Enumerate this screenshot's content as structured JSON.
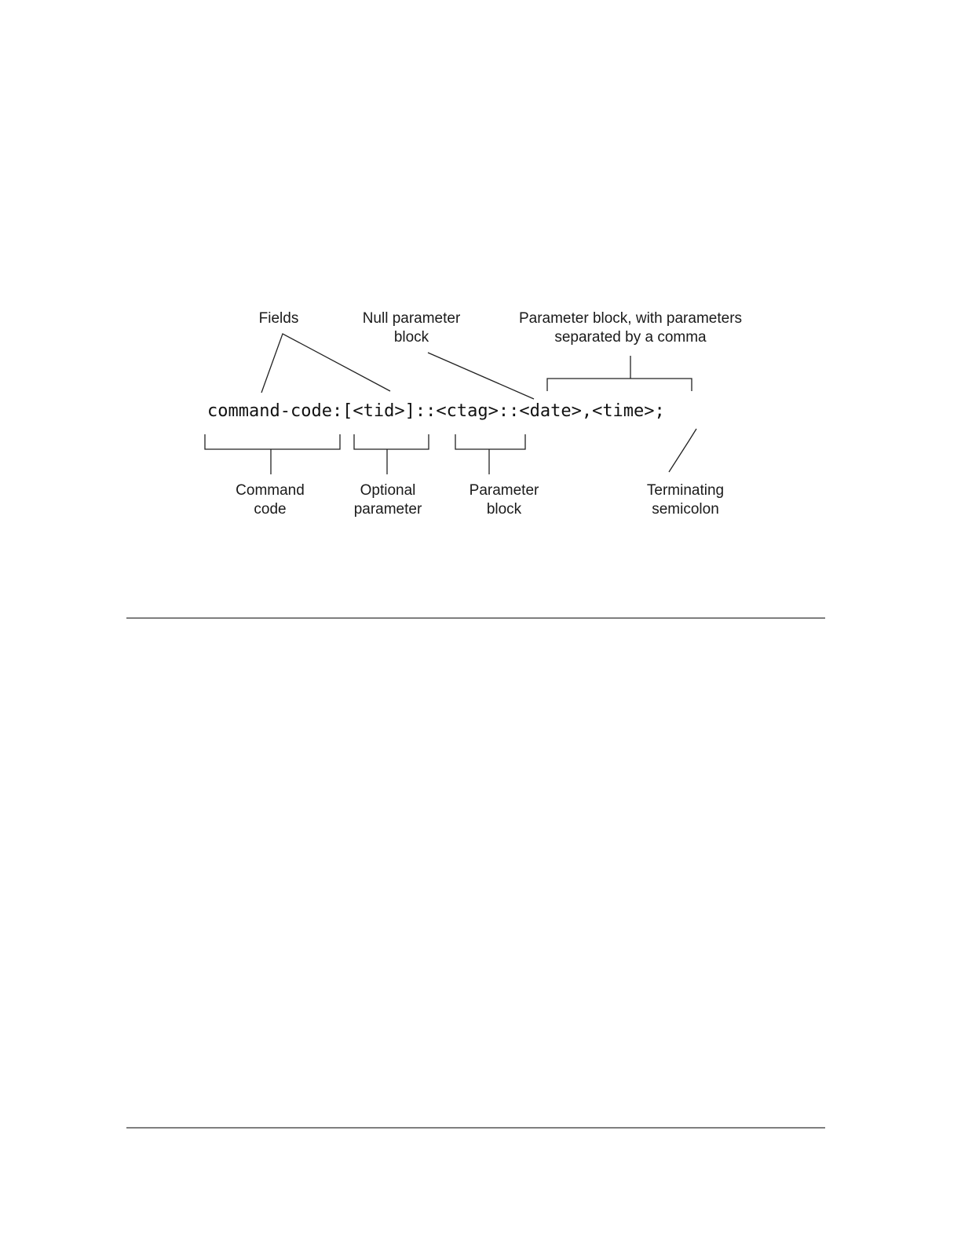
{
  "diagram": {
    "command_syntax": "command-code:[<tid>]::<ctag>::<date>,<time>;",
    "labels": {
      "fields": "Fields",
      "null_block_line1": "Null parameter",
      "null_block_line2": "block",
      "param_block_comma_line1": "Parameter block, with parameters",
      "param_block_comma_line2": "separated by a comma",
      "command_code_line1": "Command",
      "command_code_line2": "code",
      "optional_param_line1": "Optional",
      "optional_param_line2": "parameter",
      "param_block_line1": "Parameter",
      "param_block_line2": "block",
      "terminating_line1": "Terminating",
      "terminating_line2": "semicolon"
    }
  }
}
